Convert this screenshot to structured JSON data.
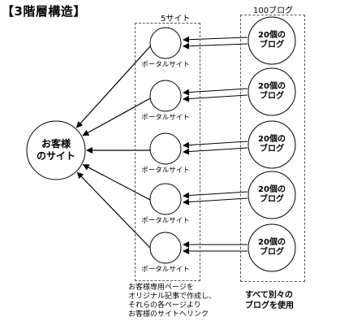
{
  "title": "【3階層構造】",
  "portal_column": {
    "header": "5サイト",
    "item_label": "ポータルサイト",
    "count": 5
  },
  "blog_column": {
    "header": "100ブログ",
    "item_line1": "20個の",
    "item_line2": "ブログ",
    "count": 5
  },
  "customer_site": {
    "line1": "お客様",
    "line2": "のサイト"
  },
  "portal_note": {
    "lines": [
      "お客様専用ページを",
      "オリジナル記事で作成し、",
      "それらの各ページより",
      "お客様のサイトへリンク"
    ]
  },
  "blog_note": {
    "lines": [
      "すべて別々の",
      "ブログを使用"
    ]
  }
}
